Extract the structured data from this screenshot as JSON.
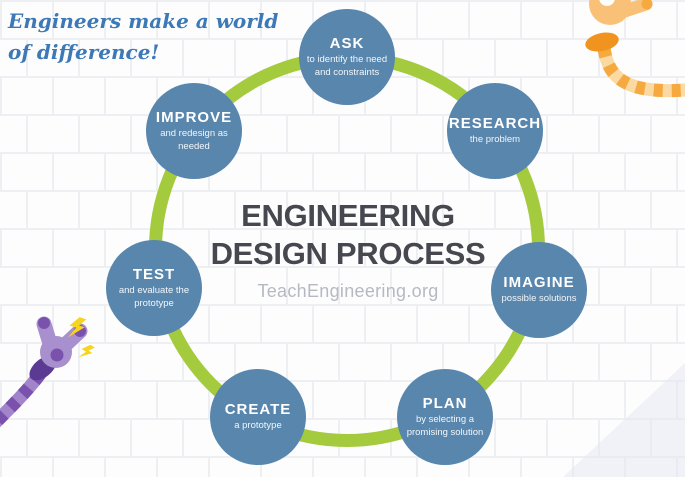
{
  "tagline": {
    "line1": "Engineers make a world",
    "line2": "of difference!"
  },
  "center": {
    "title_line1": "ENGINEERING",
    "title_line2": "DESIGN PROCESS",
    "subtitle": "TeachEngineering.org"
  },
  "steps": [
    {
      "id": "ask",
      "label": "ASK",
      "description": "to identify the need and constraints"
    },
    {
      "id": "research",
      "label": "RESEARCH",
      "description": "the problem"
    },
    {
      "id": "imagine",
      "label": "IMAGINE",
      "description": "possible solutions"
    },
    {
      "id": "plan",
      "label": "PLAN",
      "description": "by selecting a promising solution"
    },
    {
      "id": "create",
      "label": "CREATE",
      "description": "a prototype"
    },
    {
      "id": "test",
      "label": "TEST",
      "description": "and evaluate the prototype"
    },
    {
      "id": "improve",
      "label": "IMPROVE",
      "description": "and redesign as needed"
    }
  ],
  "colors": {
    "background": "#fdfdfe",
    "brick_line": "#edeff2",
    "corner_shade": "#e3e7f0",
    "ring": "#a4ca3e",
    "step_circle": "#5886ad",
    "tagline": "#3c79b6",
    "center_title": "#47474f",
    "center_subtitle": "#b5b9c2",
    "orange_arm": "#f5a93f",
    "orange_arm_light": "#fbd9a2",
    "orange_arm_claw": "#f9c177",
    "orange_arm_dark": "#f0941f",
    "purple_arm": "#a88fcd",
    "purple_arm_light": "#a184c9",
    "purple_arm_dark": "#7a52ad",
    "purple_arm_deep": "#5b3a94",
    "lightning_yellow": "#f6d41f"
  }
}
